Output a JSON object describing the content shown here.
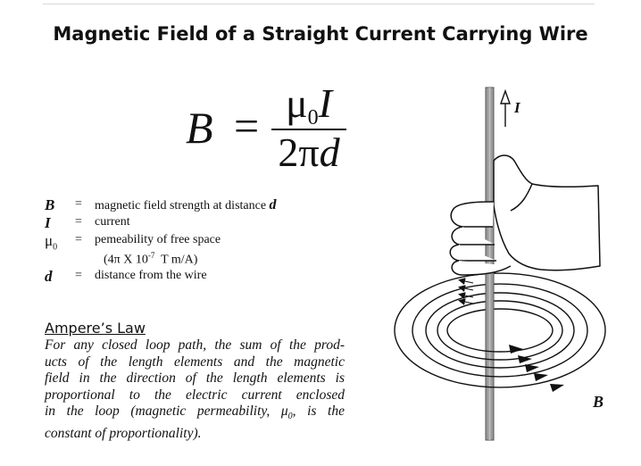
{
  "title": "Magnetic Field of a Straight Current Carrying Wire",
  "formula": {
    "lhs": "B",
    "equals": "=",
    "numerator_mu": "μ",
    "numerator_sub": "0",
    "numerator_var": "I",
    "denominator_const": "2π",
    "denominator_var": "d"
  },
  "definitions": [
    {
      "symbol": "B",
      "eq": "=",
      "text": "magnetic field strength at distance",
      "emph": "d"
    },
    {
      "symbol": "I",
      "eq": "=",
      "text": "current",
      "emph": ""
    },
    {
      "symbol": "μ",
      "symbol_sub": "0",
      "eq": "=",
      "text": "pemeability of free space",
      "emph": ""
    },
    {
      "symbol": "d",
      "eq": "=",
      "text": "distance from the wire",
      "emph": ""
    }
  ],
  "permeability_value": {
    "pre": "(4π X 10",
    "exp": "-7",
    "post": "  T m/A)"
  },
  "ampere": {
    "heading": "Ampere’s Law",
    "lines": [
      "For any closed loop path, the sum of the prod-",
      "ucts of the length elements and the magnetic",
      "field in the direction of the length elements is",
      "proportional to the electric current enclosed",
      "in the loop (magnetic permeability, μ",
      "constant of proportionality)."
    ],
    "line5_sub": "0",
    "line5_tail": ", is the"
  },
  "figure": {
    "current_label": "I",
    "field_label": "B"
  }
}
